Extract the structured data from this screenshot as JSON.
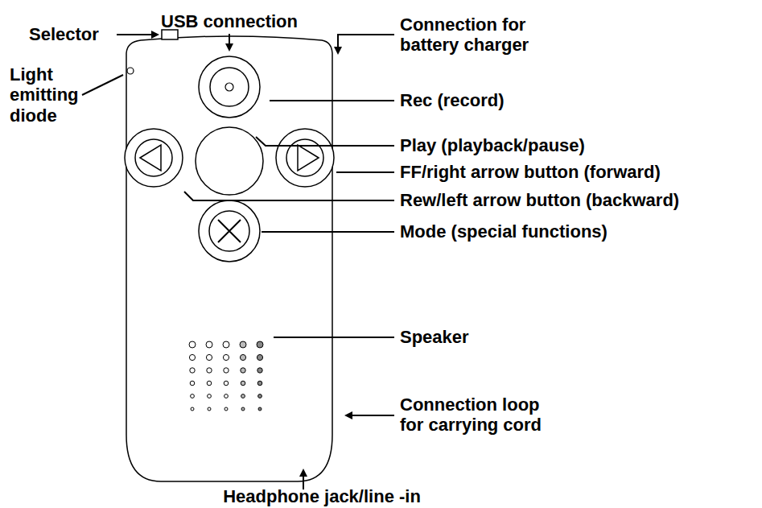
{
  "diagram": {
    "labels": [
      "USB connection",
      "Selector",
      "Connection for battery charger",
      "Light emitting diode",
      "Rec (record)",
      "Play (playback/pause)",
      "FF/right arrow button (forward)",
      "Rew/left arrow button (backward)",
      "Mode (special functions)",
      "Speaker",
      "Connection loop for carrying cord",
      "Headphone jack/line -in"
    ]
  }
}
